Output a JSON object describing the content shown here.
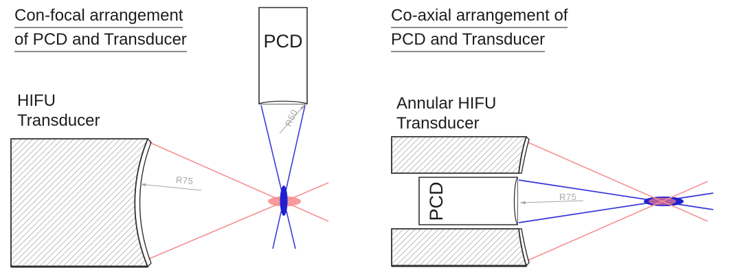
{
  "left_diagram": {
    "title": {
      "line1": "Con-focal arrangement",
      "line2": "of PCD and Transducer"
    },
    "transducer_label": {
      "line1": "HIFU",
      "line2": "Transducer"
    },
    "pcd_label": "PCD",
    "dimensions": {
      "transducer_radius": "R75",
      "pcd_radius": "R50"
    }
  },
  "right_diagram": {
    "title": {
      "line1": "Co-axial arrangement of",
      "line2": "PCD and Transducer"
    },
    "transducer_label": {
      "line1": "Annular HIFU",
      "line2": "Transducer"
    },
    "pcd_label": "PCD",
    "dimensions": {
      "pcd_radius": "R75"
    }
  },
  "colors": {
    "beam_red": "#f59093",
    "beam_blue": "#3a3ad9",
    "focus_red": "#f58b8b",
    "focus_blue": "#2020d0",
    "focus_overlap": "#c4689c",
    "outline": "#2e2e2e",
    "hatch": "#bbbbbb",
    "dimension_gray": "#a6a6a6",
    "text": "#1c1c1c",
    "background": "#ffffff"
  }
}
